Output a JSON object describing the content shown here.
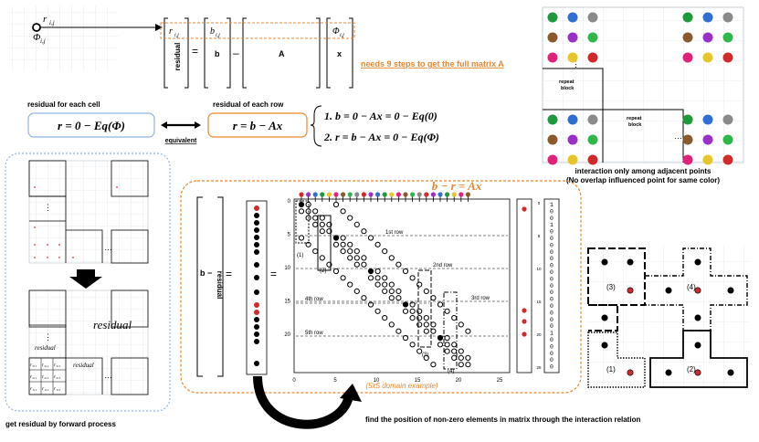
{
  "top": {
    "cell_r": "r",
    "cell_r_sub": "i,j",
    "cell_phi": "Φ",
    "cell_phi_sub": "i,j",
    "vec_r": "r",
    "vec_r_sub": "i,j",
    "residual_label": "residual",
    "eq1": "=",
    "vec_b": "b",
    "vec_b_sub": "i,j",
    "b_label": "b",
    "minus": "–",
    "A_label": "A",
    "vec_phi": "Φ",
    "vec_phi_sub": "i,j",
    "x_label": "x",
    "note": "needs 9 steps to get the full matrix A"
  },
  "formulas": {
    "caption_cell": "residual for each cell",
    "caption_row": "residual of each row",
    "left": "r = 0 − Eq(Φ)",
    "right": "r = b − Ax",
    "equivalent": "equivalent",
    "line1": "1. b = 0 − Ax = 0 − Eq(0)",
    "line2": "2. r = b − Ax = 0 − Eq(Φ)"
  },
  "grid_panel": {
    "repeat_block_1": "repeat\nblock",
    "repeat_block_2": "repeat\nblock",
    "dots_v": "⋮",
    "dots_h": "…",
    "caption1": "interaction only among adjacent points",
    "caption2": "(No overlap influenced point for same color)",
    "colors": [
      "#1e9a3c",
      "#2f6fd1",
      "#8a8a8a",
      "#8b5a2b",
      "#9b30c8",
      "#2fb84a",
      "#e0227a",
      "#e8c52a",
      "#d12a2a"
    ]
  },
  "left_panel": {
    "residual_big": "residual",
    "residual_small1": "residual",
    "residual_small2": "residual",
    "mini_r": [
      "r₃,₁",
      "r₃,₂",
      "r₃,₃",
      "r₂,₁",
      "r₂,₂",
      "r₂,₃",
      "r₁,₁",
      "r₁,₂",
      "r₁,₃"
    ],
    "caption": "get residual by forward process",
    "dots_v": "⋮",
    "dots_h": "…"
  },
  "center": {
    "title": "b − r = Ax",
    "b_minus": "b −",
    "residual": "residual",
    "eq1": "=",
    "eq2": "=",
    "rows": [
      "1st row",
      "2nd row",
      "3rd row",
      "4th row",
      "5th row"
    ],
    "markers": [
      "(1)",
      "(2)",
      "(3)",
      "(4)"
    ],
    "x_ticks": [
      "0",
      "5",
      "10",
      "15",
      "20",
      "25"
    ],
    "y_ticks": [
      "0",
      "5",
      "10",
      "15",
      "20"
    ],
    "side_ticks": [
      "0",
      "5",
      "10",
      "15",
      "20",
      "25"
    ],
    "binary": [
      "1",
      "0",
      "0",
      "1",
      "0",
      "0",
      "0",
      "0",
      "0",
      "0",
      "0",
      "0",
      "0",
      "0",
      "0",
      "0",
      "0",
      "0",
      "0",
      "1",
      "0",
      "0",
      "0",
      "0",
      "0"
    ],
    "subtitle": "(5x5 domain example)",
    "caption": "find the position of non-zero elements in matrix through the interaction relation"
  },
  "right_panel": {
    "labels": [
      "(3)",
      "(4)",
      "(1)",
      "(2)"
    ]
  },
  "colors": {
    "orange": "#e8872f",
    "blue_border": "#8fb4e0",
    "grid": "#cfd8e3"
  }
}
